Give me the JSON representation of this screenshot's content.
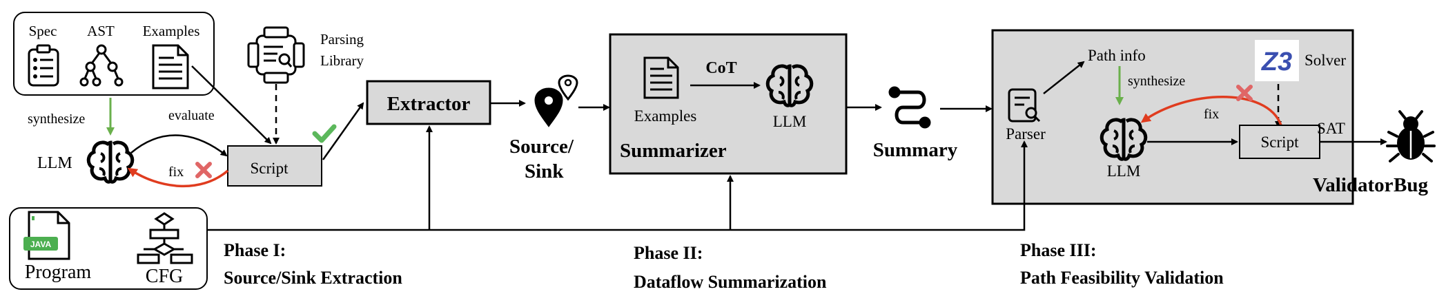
{
  "inputs": {
    "spec": "Spec",
    "ast": "AST",
    "examples": "Examples",
    "parsing_library_line1": "Parsing",
    "parsing_library_line2": "Library",
    "program": "Program",
    "cfg": "CFG",
    "java_badge": "JAVA"
  },
  "phase1": {
    "synthesize": "synthesize",
    "evaluate": "evaluate",
    "llm": "LLM",
    "fix": "fix",
    "script": "Script",
    "extractor": "Extractor",
    "source_sink_line1": "Source/",
    "source_sink_line2": "Sink",
    "caption_line1": "Phase I:",
    "caption_line2": "Source/Sink Extraction"
  },
  "phase2": {
    "examples": "Examples",
    "cot": "CoT",
    "llm": "LLM",
    "summarizer": "Summarizer",
    "summary": "Summary",
    "caption_line1": "Phase II:",
    "caption_line2": "Dataflow Summarization"
  },
  "phase3": {
    "parser": "Parser",
    "path_info": "Path info",
    "synthesize": "synthesize",
    "solver_logo": "Z3",
    "solver": "Solver",
    "fix": "fix",
    "llm": "LLM",
    "script": "Script",
    "sat": "SAT",
    "validator": "Validator",
    "bug": "Bug",
    "caption_line1": "Phase III:",
    "caption_line2": "Path Feasibility Validation"
  },
  "colors": {
    "green_arrow": "#6ab04c",
    "red_arrow": "#e03c1f",
    "check": "#5cb85c",
    "cross": "#e06666",
    "box_fill": "#d9d9d9"
  }
}
